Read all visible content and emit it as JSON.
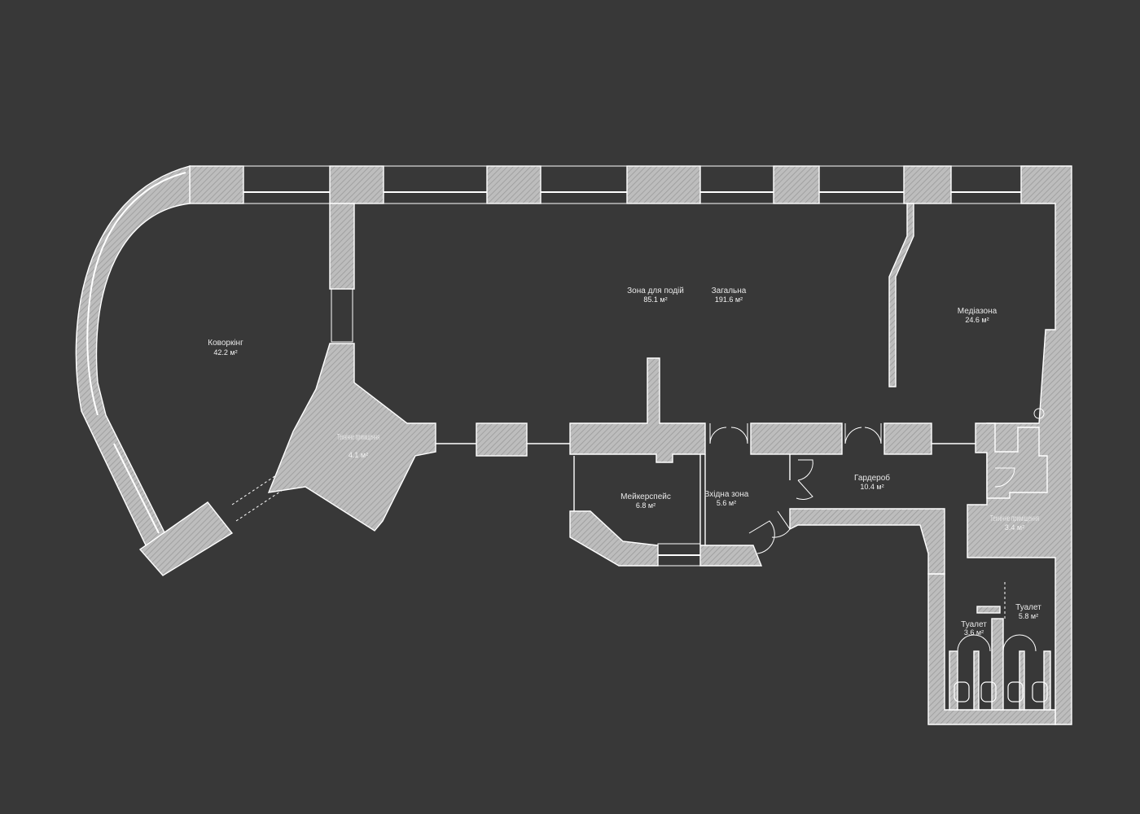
{
  "colors": {
    "background": "#383838",
    "wall_fill": "#bdbdbd",
    "line": "#ffffff",
    "text": "#e8e8e8"
  },
  "rooms": [
    {
      "id": "coworking",
      "name": "Коворкінг",
      "area": "42.2 м²"
    },
    {
      "id": "events",
      "name": "Зона для подій",
      "area": "85.1 м²"
    },
    {
      "id": "total",
      "name": "Загальна",
      "area": "191.6 м²"
    },
    {
      "id": "media",
      "name": "Медіазона",
      "area": "24.6 м²"
    },
    {
      "id": "tech1",
      "name": "Технічне приміщення",
      "area": "4.1 м²"
    },
    {
      "id": "maker",
      "name": "Мейкерспейс",
      "area": "6.8 м²"
    },
    {
      "id": "entry",
      "name": "Вхідна зона",
      "area": "5.6 м²"
    },
    {
      "id": "wardrobe",
      "name": "Гардероб",
      "area": "10.4 м²"
    },
    {
      "id": "tech2",
      "name": "Технічне приміщення",
      "area": "3.4 м²"
    },
    {
      "id": "wc1",
      "name": "Туалет",
      "area": "3.6 м²"
    },
    {
      "id": "wc2",
      "name": "Туалет",
      "area": "5.8 м²"
    }
  ]
}
